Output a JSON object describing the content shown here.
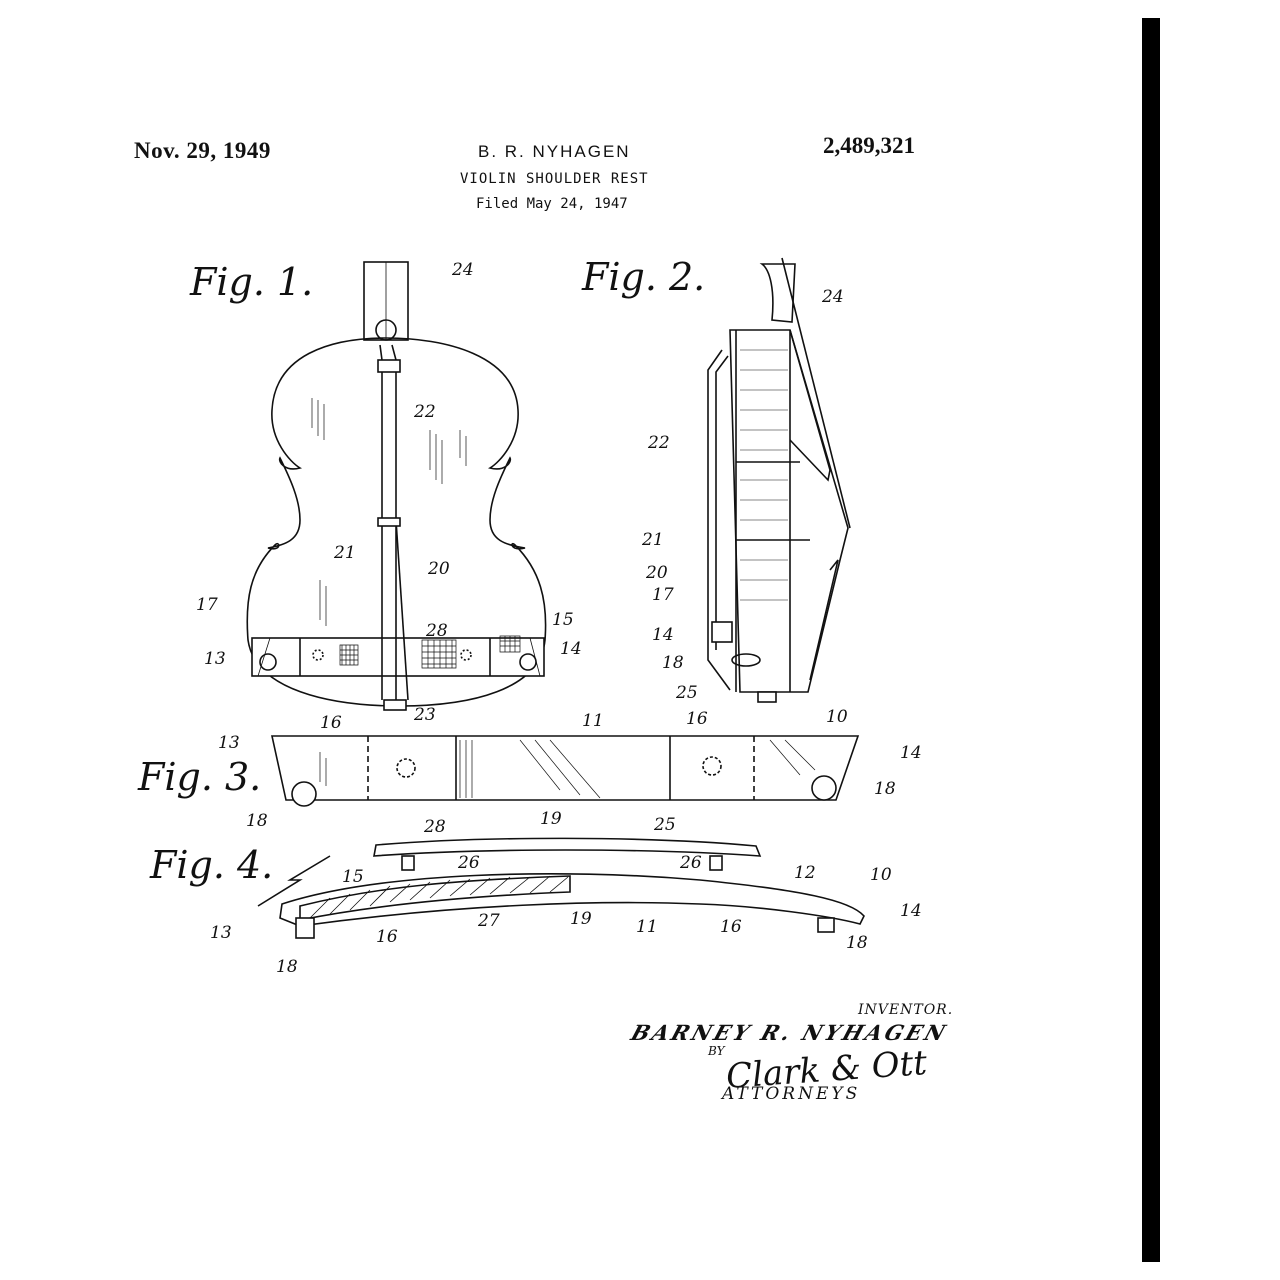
{
  "header": {
    "date": "Nov. 29, 1949",
    "inventor_name": "B. R. NYHAGEN",
    "patent_number": "2,489,321",
    "title": "VIOLIN SHOULDER REST",
    "filed": "Filed May 24, 1947"
  },
  "figures": {
    "fig1": "Fig. 1.",
    "fig2": "Fig. 2.",
    "fig3": "Fig. 3.",
    "fig4": "Fig. 4."
  },
  "callouts": {
    "fig1": [
      "24",
      "22",
      "21",
      "20",
      "17",
      "28",
      "15",
      "13",
      "14",
      "23"
    ],
    "fig2": [
      "24",
      "22",
      "21",
      "20",
      "17",
      "14",
      "18",
      "25"
    ],
    "fig3": [
      "13",
      "16",
      "11",
      "16",
      "10",
      "14",
      "18",
      "19",
      "18"
    ],
    "fig4": [
      "28",
      "25",
      "26",
      "26",
      "15",
      "12",
      "10",
      "13",
      "16",
      "27",
      "19",
      "11",
      "16",
      "14",
      "18",
      "18"
    ]
  },
  "signature": {
    "inventor_label": "INVENTOR.",
    "inventor_full_name": "BARNEY R. NYHAGEN",
    "by": "BY",
    "attorney_signature": "Clark & Ott",
    "attorneys_label": "ATTORNEYS"
  }
}
